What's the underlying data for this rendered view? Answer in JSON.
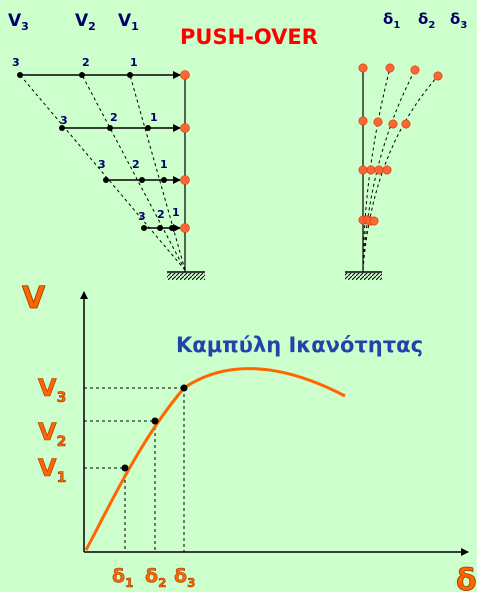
{
  "title": "PUSH-OVER",
  "curve_title": "Καμπύλη Ικανότητας",
  "top_labels": {
    "v3": "V",
    "v2": "V",
    "v1": "V",
    "sub3": "3",
    "sub2": "2",
    "sub1": "1"
  },
  "delta_top": {
    "d": "δ",
    "s1": "1",
    "s2": "2",
    "s3": "3"
  },
  "frame_numbers": {
    "n3": "3",
    "n2": "2",
    "n1": "1"
  },
  "axis": {
    "y": "V",
    "x": "δ"
  },
  "curve_labels": {
    "v3": "V",
    "v2": "V",
    "v1": "V",
    "sub3": "3",
    "sub2": "2",
    "sub1": "1",
    "d": "δ",
    "ds1": "1",
    "ds2": "2",
    "ds3": "3"
  },
  "colors": {
    "background": "#ccffcc",
    "title_red": "#ff0000",
    "navy": "#000066",
    "orange": "#ff6600",
    "node_orange": "#ff6633",
    "curve_title": "#2244aa"
  }
}
